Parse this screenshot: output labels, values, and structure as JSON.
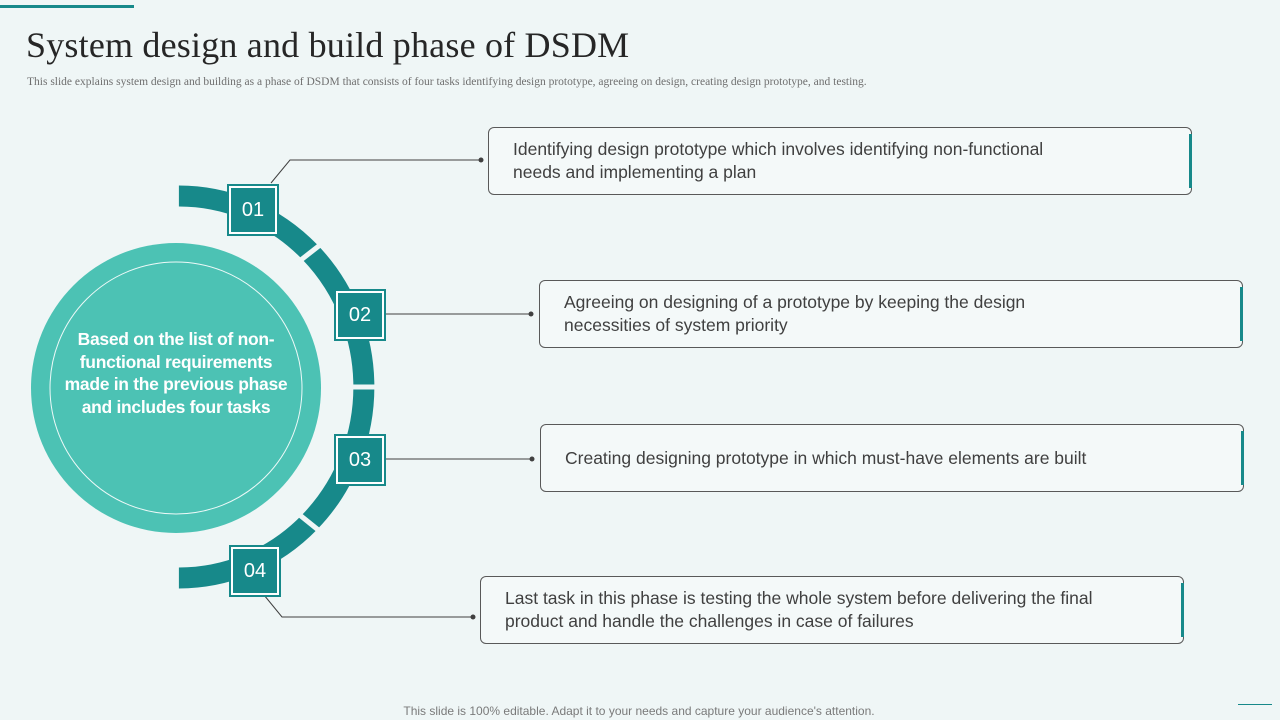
{
  "slide": {
    "title": "System design and build phase of DSDM",
    "subtitle": "This slide explains  system design and building  as a phase of DSDM  that consists of four tasks identifying  design prototype, agreeing on design, creating design prototype, and testing.",
    "center_text": "Based on the list of non-functional requirements made in the previous phase and includes four tasks",
    "footer": "This slide is 100% editable. Adapt it to your needs and capture your audience's attention."
  },
  "steps": [
    {
      "number": "01",
      "text": "Identifying design prototype which involves identifying non-functional needs and implementing a plan"
    },
    {
      "number": "02",
      "text": "Agreeing on designing of a prototype by keeping the design necessities of system priority"
    },
    {
      "number": "03",
      "text": "Creating designing prototype in which must-have elements are built"
    },
    {
      "number": "04",
      "text": "Last task in this phase is testing the whole system before delivering the final product and handle the challenges in case of failures"
    }
  ],
  "colors": {
    "accent": "#17898a",
    "circle": "#4cc2b4",
    "background": "#eff6f6"
  }
}
